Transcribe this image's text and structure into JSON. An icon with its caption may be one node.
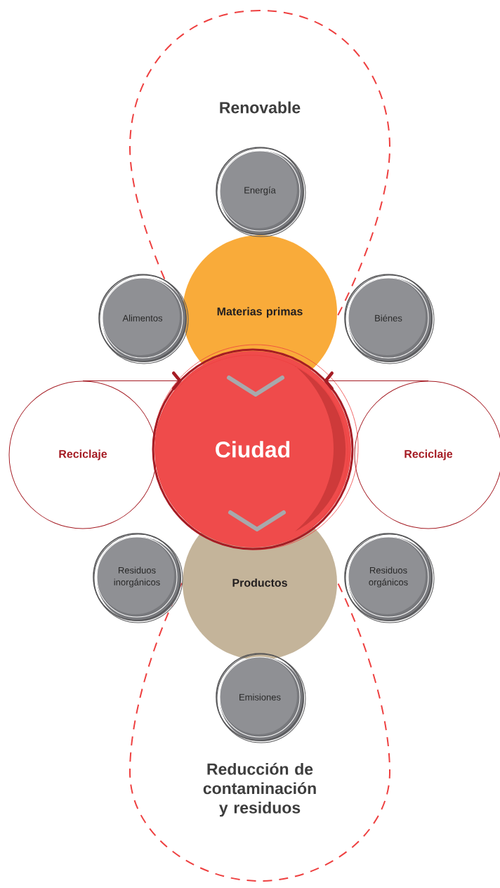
{
  "diagram": {
    "nodes": [
      {
        "text": [
          "Renovable"
        ]
      },
      {
        "text": [
          "Energía"
        ],
        "in": 0
      },
      {
        "text": [
          "Materias primas"
        ],
        "in": 0
      },
      {
        "text": [
          "Alimentos"
        ]
      },
      {
        "text": [
          "Biénes"
        ]
      },
      {
        "text": [
          "Reciclaje"
        ]
      },
      {
        "text": [
          "Ciudad"
        ]
      },
      {
        "text": [
          "Reciclaje"
        ]
      },
      {
        "text": [
          "Productos"
        ],
        "in": 12
      },
      {
        "text": [
          "Residuos inorgánicos"
        ]
      },
      {
        "text": [
          "Residuos orgánicos"
        ]
      },
      {
        "text": [
          "Emisiones"
        ],
        "in": 12
      },
      {
        "text": [
          "Reducción de contaminación y residuos"
        ]
      }
    ],
    "edges": [
      {
        "from": 2,
        "to": 6,
        "arrow": "to",
        "style": "thick",
        "color": "#a7a9ac"
      },
      {
        "from": 6,
        "to": 8,
        "arrow": "to",
        "style": "thick",
        "color": "#a7a9ac"
      },
      {
        "from": 5,
        "to": 6,
        "arrow": "to",
        "color": "#a51c24"
      },
      {
        "from": 7,
        "to": 6,
        "arrow": "to",
        "color": "#a51c24"
      }
    ]
  }
}
